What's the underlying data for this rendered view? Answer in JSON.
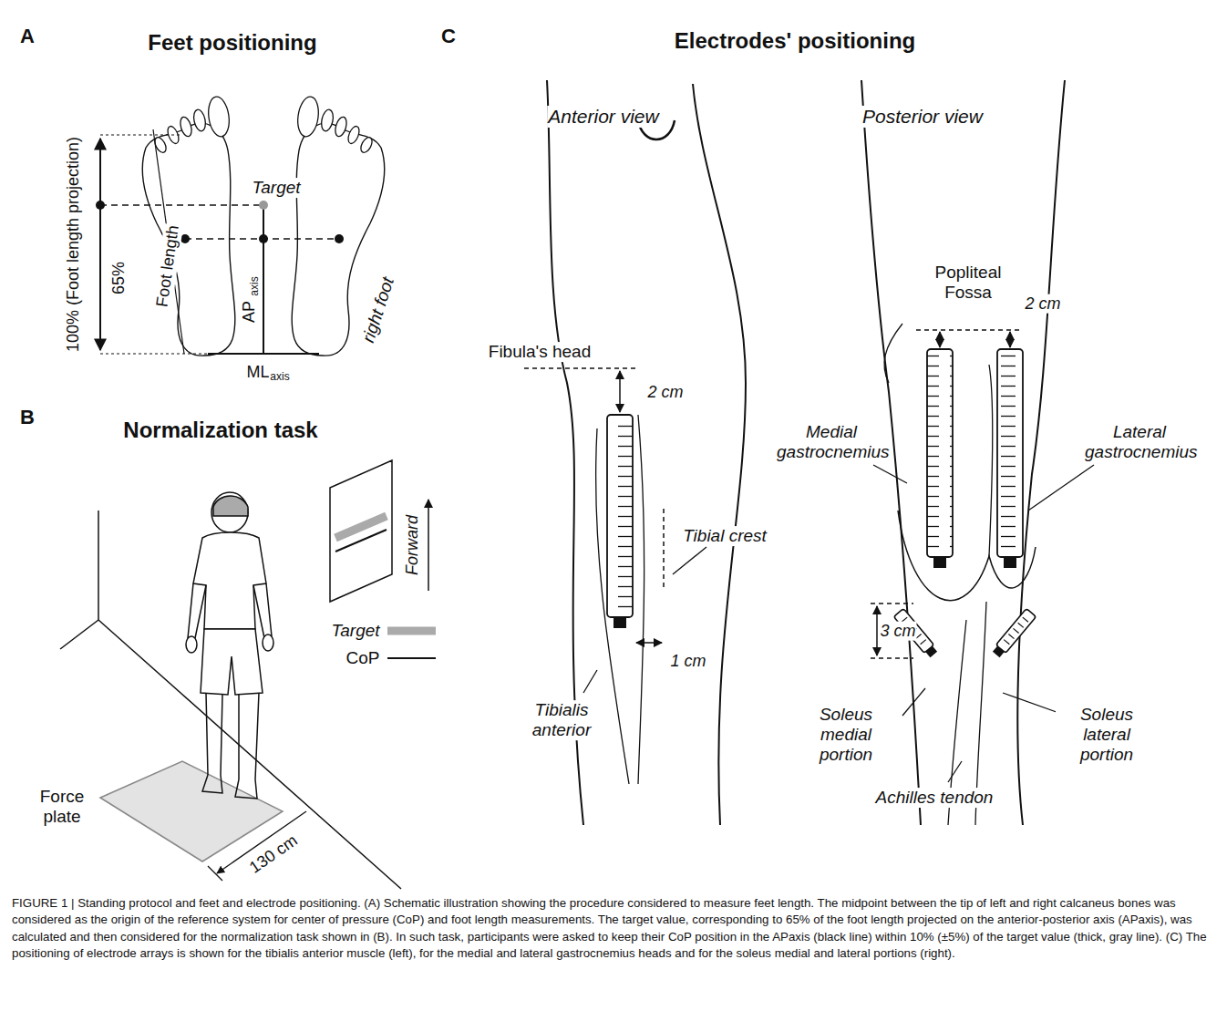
{
  "diagram": {
    "caption": "FIGURE 1 | Standing protocol and feet and electrode positioning. (A) Schematic illustration showing the procedure considered to measure feet length. The midpoint between the tip of left and right calcaneus bones was considered as the origin of the reference system for center of pressure (CoP) and foot length measurements. The target value, corresponding to 65% of the foot length projected on the anterior-posterior axis (APaxis), was calculated and then considered for the normalization task shown in (B). In such task, participants were asked to keep their CoP position in the APaxis (black line) within 10% (±5%) of the target value (thick, gray line). (C) The positioning of electrode arrays is shown for the tibialis anterior muscle (left), for the medial and lateral gastrocnemius heads and for the soleus medial and lateral portions (right).",
    "labels": [
      "A",
      "Feet positioning",
      "100% (Foot length projection)",
      "65%",
      "Foot length",
      "Target",
      "AP",
      "axis",
      "ML",
      "axis",
      "right foot",
      "B",
      "Normalization task",
      "Forward",
      "Force plate",
      "130 cm",
      "C",
      "Electrodes' positioning",
      "Anterior view",
      "Posterior view",
      "Fibula's head",
      "2 cm",
      "Tibial crest",
      "1 cm",
      "Tibialis anterior",
      "Popliteal Fossa",
      "2 cm",
      "Medial gastrocnemius",
      "Lateral gastrocnemius",
      "3 cm",
      "Soleus medial portion",
      "Soleus lateral portion",
      "Achilles tendon"
    ],
    "legend": [
      {
        "text": "Target"
      },
      {
        "text": "CoP"
      }
    ]
  }
}
